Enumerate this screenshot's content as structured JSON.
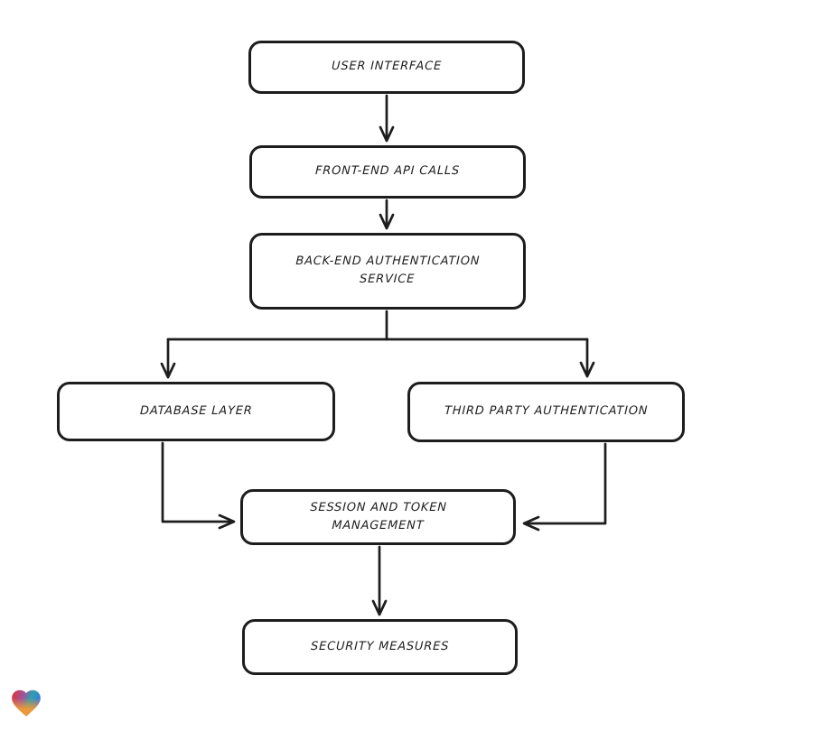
{
  "canvas": {
    "background": "#ffffff",
    "stroke_color": "#1d1d1d"
  },
  "diagram": {
    "nodes": [
      {
        "id": "user-interface",
        "label": "USER INTERFACE"
      },
      {
        "id": "front-end-api-calls",
        "label": "FRONT-END API CALLS"
      },
      {
        "id": "back-end-authentication-service",
        "label": "BACK-END AUTHENTICATION\nSERVICE"
      },
      {
        "id": "database-layer",
        "label": "DATABASE LAYER"
      },
      {
        "id": "third-party-authentication",
        "label": "THIRD PARTY AUTHENTICATION"
      },
      {
        "id": "session-and-token-management",
        "label": "SESSION AND TOKEN\nMANAGEMENT"
      },
      {
        "id": "security-measures",
        "label": "SECURITY MEASURES"
      }
    ],
    "edges": [
      {
        "from": "user-interface",
        "to": "front-end-api-calls"
      },
      {
        "from": "front-end-api-calls",
        "to": "back-end-authentication-service"
      },
      {
        "from": "back-end-authentication-service",
        "to": "database-layer"
      },
      {
        "from": "back-end-authentication-service",
        "to": "third-party-authentication"
      },
      {
        "from": "database-layer",
        "to": "session-and-token-management"
      },
      {
        "from": "third-party-authentication",
        "to": "session-and-token-management"
      },
      {
        "from": "session-and-token-management",
        "to": "security-measures"
      }
    ]
  },
  "logo": {
    "name": "heart-logo",
    "gradient_colors": [
      "#e3342a",
      "#a0529e",
      "#2aa3ab",
      "#3b76e8",
      "#f59a33"
    ]
  }
}
